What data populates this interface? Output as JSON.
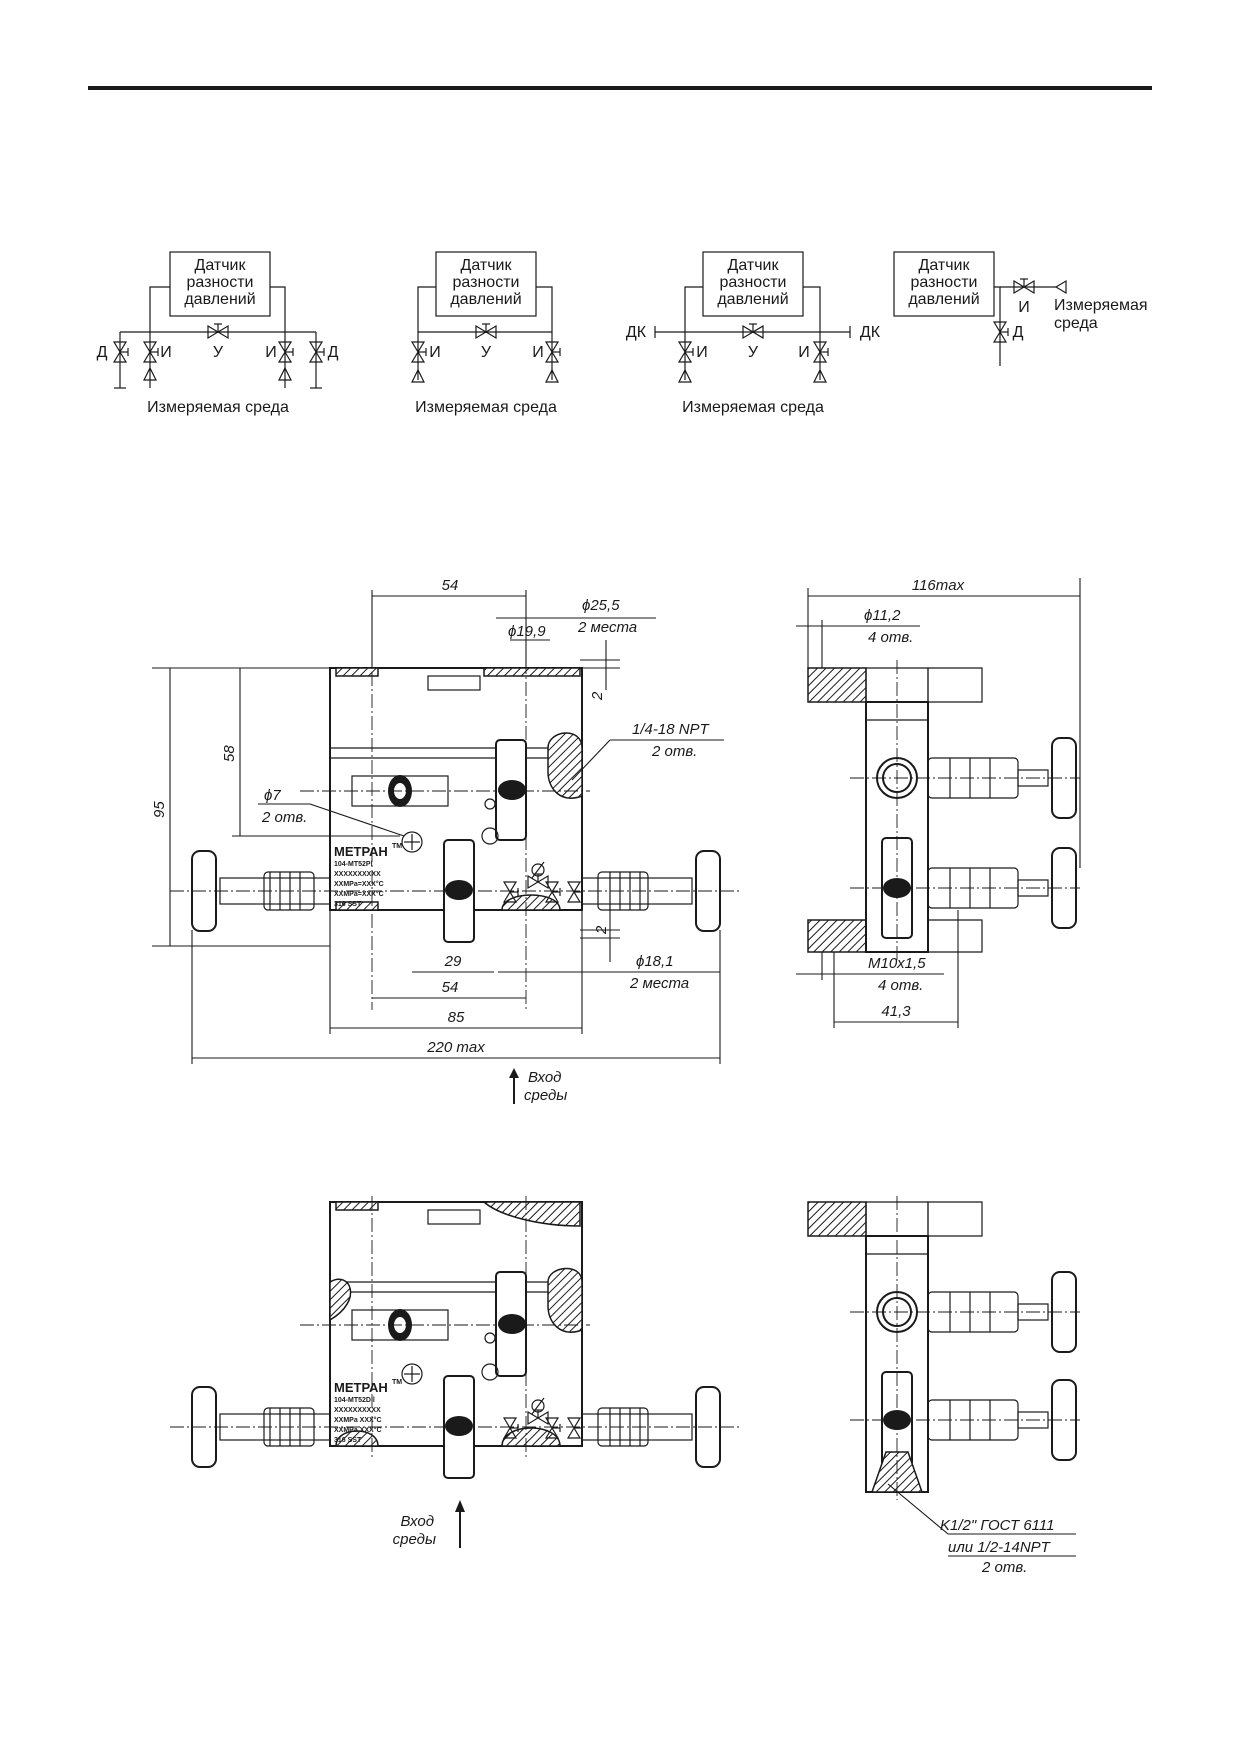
{
  "schemes": {
    "sensor_label": [
      "Датчик",
      "разности",
      "давлений"
    ],
    "valve_i": "И",
    "valve_u": "У",
    "valve_d": "Д",
    "valve_dk": "ДК",
    "medium": "Измеряемая среда",
    "medium_split": [
      "Измеряемая",
      "среда"
    ]
  },
  "drawing": {
    "dims": {
      "d54_top": "54",
      "d25_5": "ϕ25,5",
      "d25_5_note": "2 места",
      "d19_9": "ϕ19,9",
      "d2_top": "2",
      "d58": "58",
      "d95": "95",
      "npt": "1/4-18 NPT",
      "npt_note": "2 отв.",
      "d7": "ϕ7",
      "d7_note": "2 отв.",
      "d2_bottom": "2",
      "d29": "29",
      "d54_bottom": "54",
      "d18_1": "ϕ18,1",
      "d18_1_note": "2 места",
      "d85": "85",
      "d220": "220 max",
      "d116": "116max",
      "d11_2": "ϕ11,2",
      "d11_2_note": "4 отв.",
      "m10": "M10x1,5",
      "m10_note": "4 отв.",
      "d41_3": "41,3",
      "k12": "K1/2\" ГОСТ 6111",
      "k12_alt": "или 1/2-14NPT",
      "k12_note": "2 отв."
    },
    "inlet": [
      "Вход",
      "среды"
    ],
    "plate": {
      "brand": "МЕТРАН",
      "tm": "TM",
      "model_a": "104-МТ52Рl",
      "model_b": "104-МТ52Dll",
      "serial": "XXXXXXXXXX",
      "line1": "XXМPa=XXX°C",
      "line2": "XXМPa=XXX°C",
      "line1_b": "XXМPa  XXX°C",
      "line2_b": "XXМPa  XXX°C",
      "material": "316  SST"
    }
  }
}
